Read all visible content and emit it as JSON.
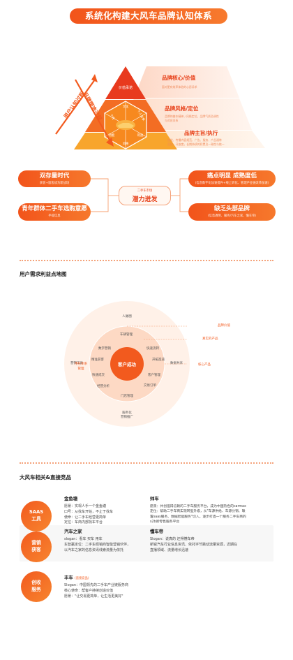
{
  "title": "系统化构建大风车品牌认知体系",
  "pyramid": {
    "arrow_outer": "用户认知过程",
    "arrow_inner": "品牌塑造过程",
    "tip_label": "价值承诺",
    "hex_top": "文化",
    "hex_left": "个性",
    "hex_right": "个人形象",
    "hex_bl": "功能",
    "hex_br": "利益",
    "hex_bottom": "风格",
    "band1_title": "品牌核心/价值",
    "band1_desc": "面对更有效率体验的心愿诉求",
    "band2_title": "品牌风格/定位",
    "band2_desc1": "品牌的基本精神 / 风格定位，品牌气质及调性",
    "band2_desc2": "与对应关系",
    "band3_title": "品牌主旨/执行",
    "band3_desc1": "视觉、传播内容规范、广告、服务、产品通常",
    "band3_desc2": "品质，开放度，长期持续的积累及一致性与统一"
  },
  "strategy": {
    "left_top_main": "双存量时代",
    "left_top_sub": "获客+留客成为新战场",
    "left_bottom_main": "青年群体二手车选购意愿",
    "left_bottom_sub": "手提信息",
    "center_line1": "二手车市场",
    "center_line2": "潜力迸发",
    "right_top_main": "痛点明显 成熟度低",
    "right_top_sub": "(信息数字化加速提升+线上转化、管理产业链改革加速)",
    "right_bottom_main": "缺乏头部品牌",
    "right_bottom_sub": "(信息透明、服务/汽车之家、懂车帝)"
  },
  "demand_map": {
    "section_title": "用户需求利益点地图",
    "center": "客户成功",
    "mid_labels": [
      "车辆管理",
      "快速流转",
      "开拓渠道",
      "客户管理",
      "交易订单",
      "门店管理",
      "经营分析",
      "快速成交",
      "精准获客",
      "数字营销"
    ],
    "outer_labels": [
      "人脉圈",
      "数据共享",
      "营销工具",
      "服务化"
    ],
    "left_label1": "用在体系",
    "left_label2": "管理",
    "right_labels": [
      "品牌价值",
      "真实的产品",
      "核心产品"
    ],
    "bottom_label": "营销推广"
  },
  "competitors": {
    "section_title": "大风车相关&直接竞品",
    "tags": [
      {
        "line1": "SAAS",
        "line2": "工具"
      },
      {
        "line1": "营销",
        "line2": "获客"
      },
      {
        "line1": "创收",
        "line2": "服务"
      }
    ],
    "items": [
      {
        "name": "金鱼塘",
        "note": "",
        "lines": [
          "愿景：实现人手一个金鱼塘",
          "口号：从找车开始，不止于找车",
          "使命：让二手车经营更简单",
          "定位：车商内部找车平台"
        ]
      },
      {
        "name": "帅车",
        "note": "",
        "lines": [
          "愿景：共创值得信赖的二手车服务平台，成为中国热色的carmax",
          "定位：帮助二手车商实现转型升级，从\"车源供给、车源分销、联",
          "置saas服务、数据智能服务\"切入，逐步打造一个服务二手车商的",
          "s2b新零售服务平台"
        ]
      },
      {
        "name": "汽车之家",
        "note": "",
        "lines": [
          "slogan：看车 买车 用车",
          "车智赢定位：二手车经销商智能营销伙伴，",
          "以汽车之家的信息资讯线索流量为依托"
        ]
      },
      {
        "name": "懂车帝",
        "note": "",
        "lines": [
          "Slogan：说真的 还得懂车帝",
          "新锐汽车行业信息资讯、依托字节跳动流量资源，近期在",
          "直播领域、流量增长迅速"
        ]
      },
      {
        "name": "丰车",
        "note": "(直接竞品)",
        "lines": [
          "Slogan：中国领先的二手车产业链服务商",
          "核心使命：帮客户持续创造价值",
          "愿景：\"让交易更简单，让生活更美好\""
        ]
      }
    ]
  },
  "colors": {
    "accent": "#f25a1e",
    "accent_light": "#fde4d6",
    "accent_pale": "#fff5ef"
  }
}
